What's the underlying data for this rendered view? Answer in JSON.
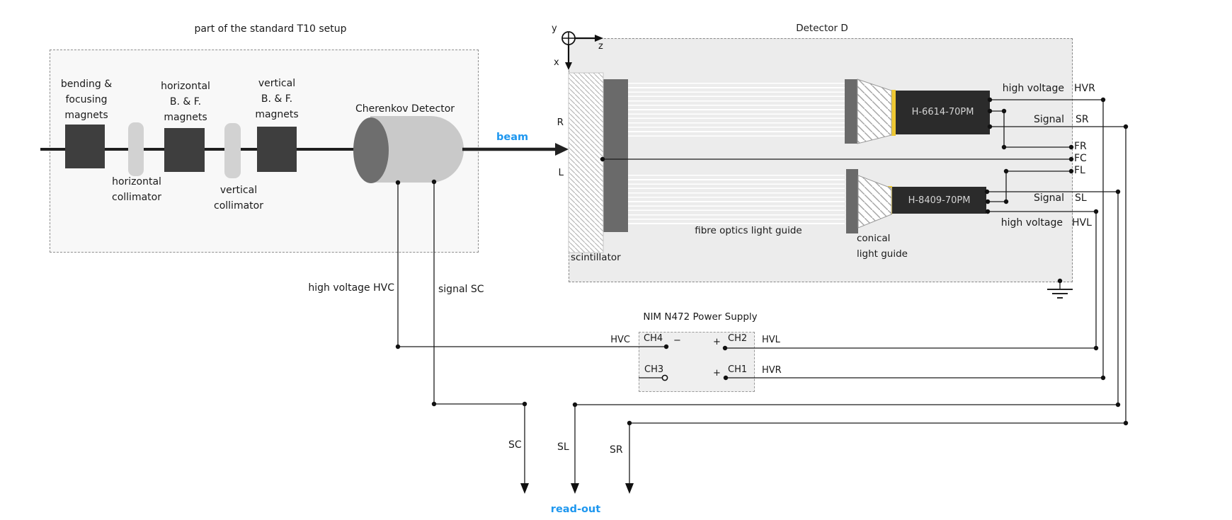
{
  "t10": {
    "title": "part of the standard T10 setup",
    "bending_magnets": [
      "bending &",
      "focusing",
      "magnets"
    ],
    "horizontal_magnets": [
      "horizontal",
      "B. & F.",
      "magnets"
    ],
    "vertical_magnets": [
      "vertical",
      "B. & F.",
      "magnets"
    ],
    "horizontal_collimator": [
      "horizontal",
      "collimator"
    ],
    "vertical_collimator": [
      "vertical",
      "collimator"
    ],
    "cherenkov": "Cherenkov Detector"
  },
  "beam_label": "beam",
  "detector": {
    "title": "Detector D",
    "axis_x": "x",
    "axis_y": "y",
    "axis_z": "z",
    "side_right": "R",
    "side_left": "L",
    "scintillator": "scintillator",
    "fibre_optics": "fibre optics light guide",
    "conical": [
      "conical",
      "light guide"
    ],
    "pmt_top": "H-6614-70PM",
    "pmt_bottom": "H-8409-70PM",
    "top_high_voltage": "high voltage",
    "top_hv_tag": "HVR",
    "top_signal": "Signal",
    "top_signal_tag": "SR",
    "fibre_right": "FR",
    "fibre_centre": "FC",
    "fibre_left": "FL",
    "bottom_signal": "Signal",
    "bottom_signal_tag": "SL",
    "bottom_high_voltage": "high voltage",
    "bottom_hv_tag": "HVL"
  },
  "cherenkov_wires": {
    "high_voltage": "high voltage HVC",
    "signal": "signal SC"
  },
  "power_supply": {
    "title": "NIM N472 Power Supply",
    "hvc_in": "HVC",
    "ch4": "CH4",
    "ch4_polarity": "−",
    "ch2_polarity": "+",
    "ch2": "CH2",
    "hvl_out": "HVL",
    "ch3": "CH3",
    "ch1_polarity": "+",
    "ch1": "CH1",
    "hvr_out": "HVR"
  },
  "readout": {
    "sc": "SC",
    "sl": "SL",
    "sr": "SR",
    "label": "read-out"
  },
  "colors": {
    "beam_blue": "#1e97ef",
    "pmt_body": "#2b2b2b",
    "window_yellow": "#eec832",
    "detector_fill": "#ececec",
    "magnet_dark": "#3e3e3e"
  }
}
